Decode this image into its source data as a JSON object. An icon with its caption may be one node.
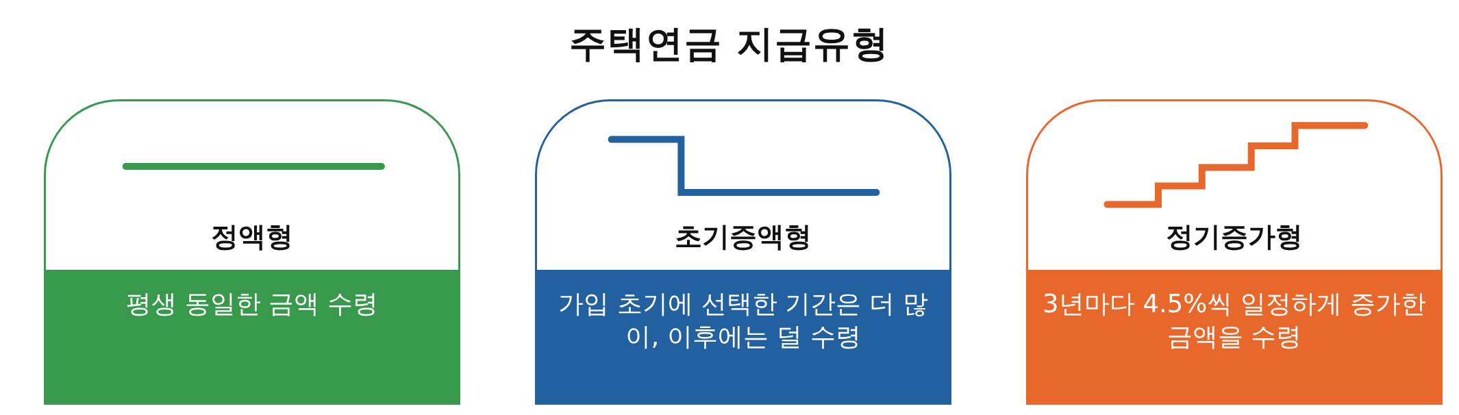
{
  "diagram": {
    "title": "주택연금 지급유형",
    "nodes": [
      {
        "text": [
          "정액형",
          "평생 동일한 금액 수령"
        ]
      },
      {
        "text": [
          "초기증액형",
          "가입 초기에 선택한 기간은 더 많이, 이후에는 덜 수령"
        ]
      },
      {
        "text": [
          "정기증가형",
          "3년마다 4.5%씩 일정하게 증가한 금액을 수령"
        ]
      }
    ]
  }
}
